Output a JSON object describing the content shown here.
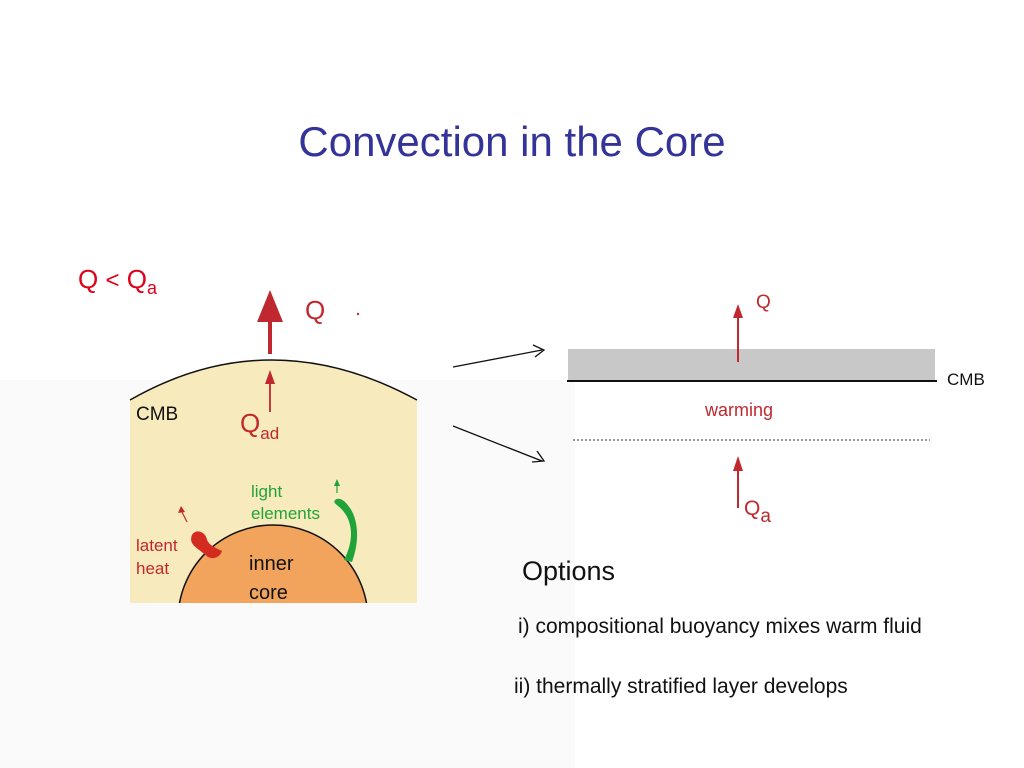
{
  "slide": {
    "title": "Convection in the Core",
    "condition": {
      "q": "Q",
      "lt": "<",
      "qa": "Q",
      "qa_sub": "a"
    }
  },
  "core_diagram": {
    "q_label": "Q",
    "cmb_label": "CMB",
    "qad": {
      "q": "Q",
      "sub": "ad"
    },
    "light_elements": [
      "light",
      "elements"
    ],
    "latent_heat": [
      "latent",
      "heat"
    ],
    "inner_core": [
      "inner",
      "core"
    ]
  },
  "layer_diagram": {
    "q_label": "Q",
    "cmb_label": "CMB",
    "warming_label": "warming",
    "qa": {
      "q": "Q",
      "sub": "a"
    }
  },
  "options": {
    "heading": "Options",
    "items": [
      "i) compositional buoyancy mixes warm fluid",
      "ii) thermally stratified layer develops"
    ]
  },
  "colors": {
    "title": "#333399",
    "condition": "#e0001b",
    "arrow": "#c0282f",
    "outer_core_fill": "#f7eabd",
    "inner_core_fill": "#f2a45c",
    "green": "#22a33a",
    "layer_gray": "#c8c8c8"
  }
}
